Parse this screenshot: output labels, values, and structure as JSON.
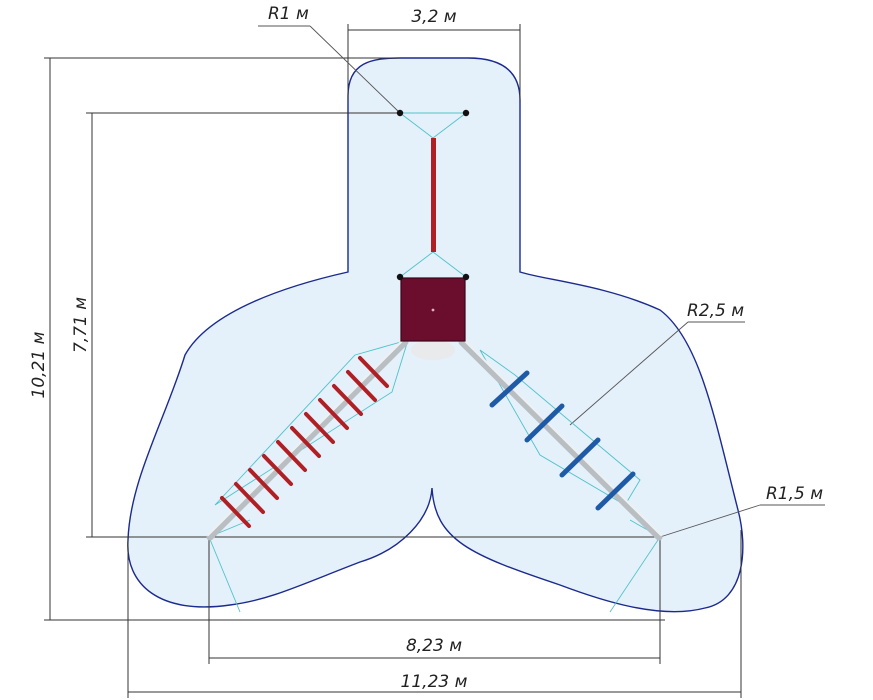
{
  "dimensions": {
    "top_width": "3,2 м",
    "radius_top": "R1 м",
    "height_total": "10,21 м",
    "height_inner": "7,71 м",
    "radius_right": "R2,5 м",
    "radius_corner": "R1,5 м",
    "width_inner": "8,23 м",
    "width_total": "11,23 м"
  },
  "colors": {
    "zone_fill": "#e4f0fa",
    "zone_stroke": "#1b2a8f",
    "tower": "#6b0e2e",
    "red_parts": "#b01f24",
    "blue_parts": "#1f5aa6",
    "cables": "#4fc3c8"
  }
}
